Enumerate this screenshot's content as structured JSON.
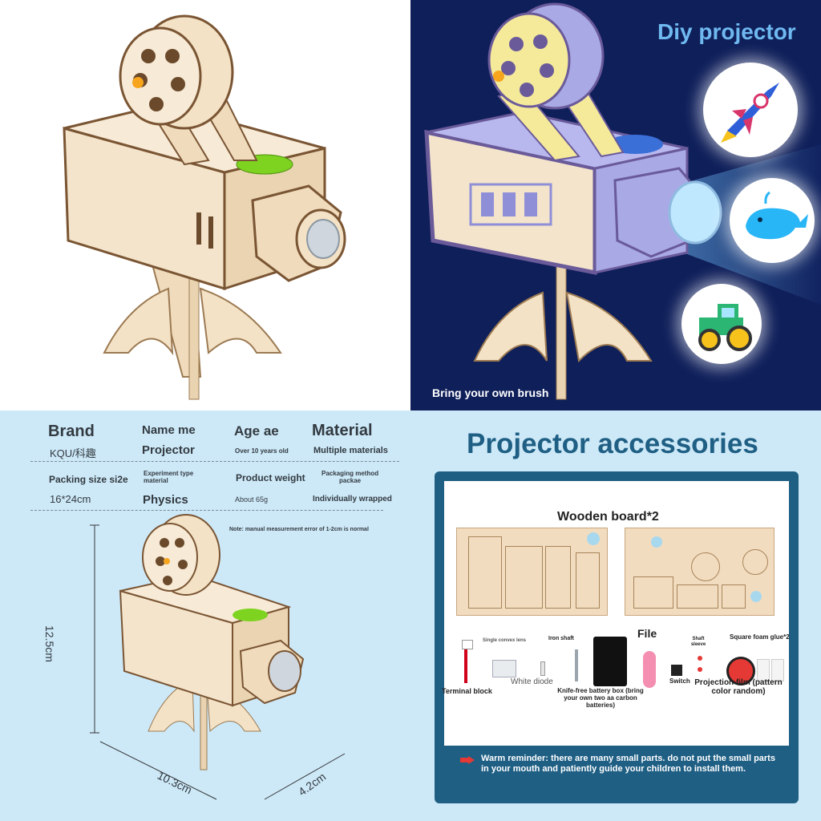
{
  "panel_top_right": {
    "title": "Diy projector",
    "caption": "Bring your own brush",
    "projections": [
      "rocket-icon",
      "whale-icon",
      "tractor-icon"
    ]
  },
  "specs": {
    "row1": {
      "brand_label": "Brand",
      "brand_value": "KQU/科趣",
      "name_label": "Name me",
      "name_value": "Projector",
      "age_label": "Age ae",
      "age_value": "Over 10 years old",
      "material_label": "Material",
      "material_value": "Multiple materials"
    },
    "row2": {
      "size_label": "Packing size si2e",
      "size_value": "16*24cm",
      "type_label": "Experiment type\nmaterial",
      "type_value": "Physics",
      "weight_label": "Product weight",
      "weight_value": "About 65g",
      "packaging_label": "Packaging method\npackae",
      "packaging_value": "Individually wrapped"
    },
    "note": "Note: manual measurement error of 1-2cm is normal",
    "dimensions": {
      "height": "12.5cm",
      "width": "10.3cm",
      "depth": "4.2cm"
    }
  },
  "accessories": {
    "title": "Projector accessories",
    "board_label": "Wooden board*2",
    "items": {
      "terminal": "Terminal block",
      "lens": "Single convex lens",
      "diode": "White diode",
      "shaft": "Iron shaft",
      "battery": "Knife-free battery box (bring your own two aa carbon batteries)",
      "file": "File",
      "sleeve": "Shaft sleeve",
      "switch": "Switch",
      "foam": "Square foam glue*2",
      "film": "Projection film (pattern color random)"
    },
    "reminder": "Warm reminder: there are many small parts. do not put the small parts in your mouth and patiently guide your children to install them."
  },
  "colors": {
    "navy": "#0f1f5a",
    "sky": "#cde9f8",
    "accent_blue": "#1f5f84",
    "wood": "#f2e2c8",
    "purple": "#a9a9e6"
  }
}
